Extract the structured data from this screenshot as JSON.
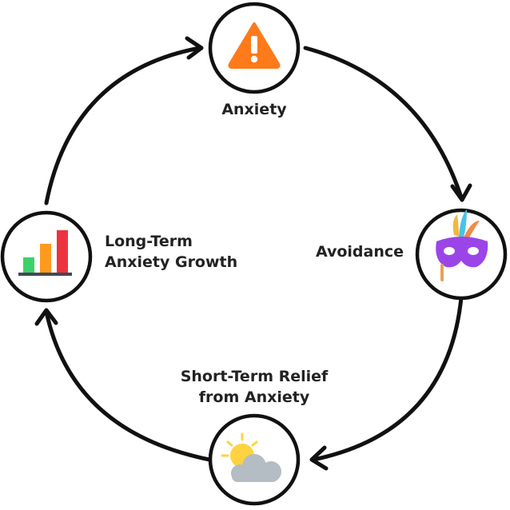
{
  "cycle": {
    "stages": [
      {
        "id": "anxiety",
        "lines": [
          "Anxiety"
        ],
        "icon": "warning-triangle-icon"
      },
      {
        "id": "avoidance",
        "lines": [
          "Avoidance"
        ],
        "icon": "carnival-mask-icon"
      },
      {
        "id": "short-term-relief",
        "lines": [
          "Short-Term Relief",
          "from Anxiety"
        ],
        "icon": "sun-behind-cloud-icon"
      },
      {
        "id": "long-term-growth",
        "lines": [
          "Long-Term",
          "Anxiety Growth"
        ],
        "icon": "bar-chart-icon"
      }
    ],
    "direction": "clockwise"
  },
  "colors": {
    "line": "#111111",
    "text": "#222222",
    "warning": "#ff7a1a",
    "mask": "#9b45e8",
    "sun": "#ffd23f",
    "cloud": "#b4bcc4",
    "bar_green": "#3dd16a",
    "bar_orange": "#ff9a1f",
    "bar_red": "#ee3340"
  }
}
